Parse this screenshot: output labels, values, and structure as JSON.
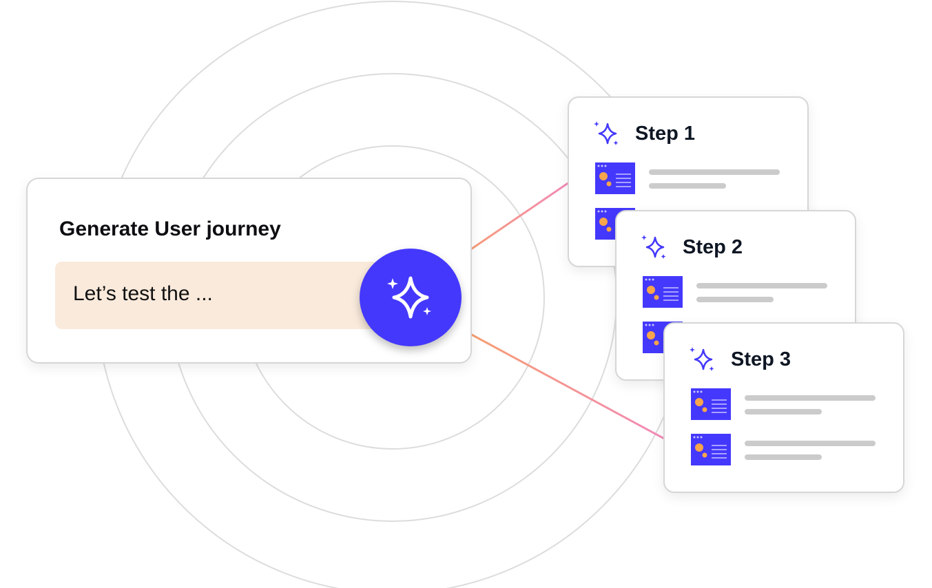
{
  "main": {
    "title": "Generate User journey",
    "prompt": "Let’s test the ..."
  },
  "steps": [
    {
      "label": "Step 1"
    },
    {
      "label": "Step 2"
    },
    {
      "label": "Step 3"
    }
  ],
  "colors": {
    "accent": "#4438fc",
    "prompt_bg": "#f9eadc",
    "thumb_dot": "#f8a54b",
    "line_start": "#f59a6b",
    "line_end": "#f08ab8"
  }
}
